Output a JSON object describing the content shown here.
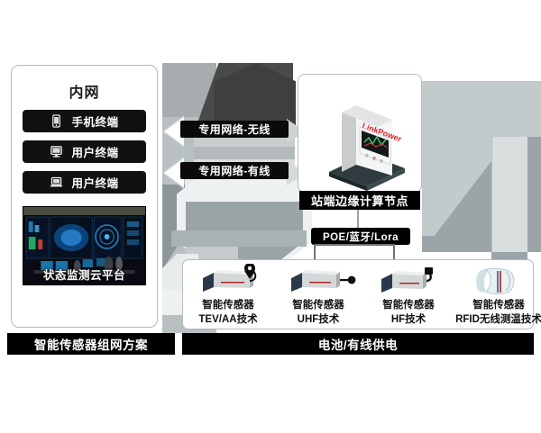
{
  "diagram": {
    "title_alt": "智能传感器组网方案",
    "intranet_panel": {
      "title": "内网",
      "terminals": [
        {
          "label": "手机终端",
          "icon": "mobile-phone-icon"
        },
        {
          "label": "用户终端",
          "icon": "desktop-monitor-icon"
        },
        {
          "label": "用户终端",
          "icon": "laptop-icon"
        }
      ],
      "cloud_platform_caption": "状态监测云平台"
    },
    "network_links": [
      {
        "label": "专用网络-无线"
      },
      {
        "label": "专用网络-有线"
      }
    ],
    "edge_node": {
      "caption": "站端边缘计算节点",
      "device_logo": "LinkPower",
      "logo_color": "#d81f26"
    },
    "protocol_label": "POE/蓝牙/Lora",
    "sensors": [
      {
        "line1": "智能传感器",
        "line2": "TEV/AA技术",
        "icon": "sensor-tev-icon"
      },
      {
        "line1": "智能传感器",
        "line2": "UHF技术",
        "icon": "sensor-uhf-icon"
      },
      {
        "line1": "智能传感器",
        "line2": "HF技术",
        "icon": "sensor-hf-icon"
      },
      {
        "line1": "智能传感器",
        "line2": "RFID无线测温技术",
        "icon": "sensor-rfid-icon"
      }
    ],
    "banners": {
      "left": "智能传感器组网方案",
      "right": "电池/有线供电"
    },
    "colors": {
      "banner_bg": "#000000",
      "banner_text": "#ffffff",
      "panel_border": "#b5babb",
      "background_gray": "#c3cacc",
      "dark_shape": "#4a4a4a",
      "accent_red": "#d81f26"
    }
  }
}
